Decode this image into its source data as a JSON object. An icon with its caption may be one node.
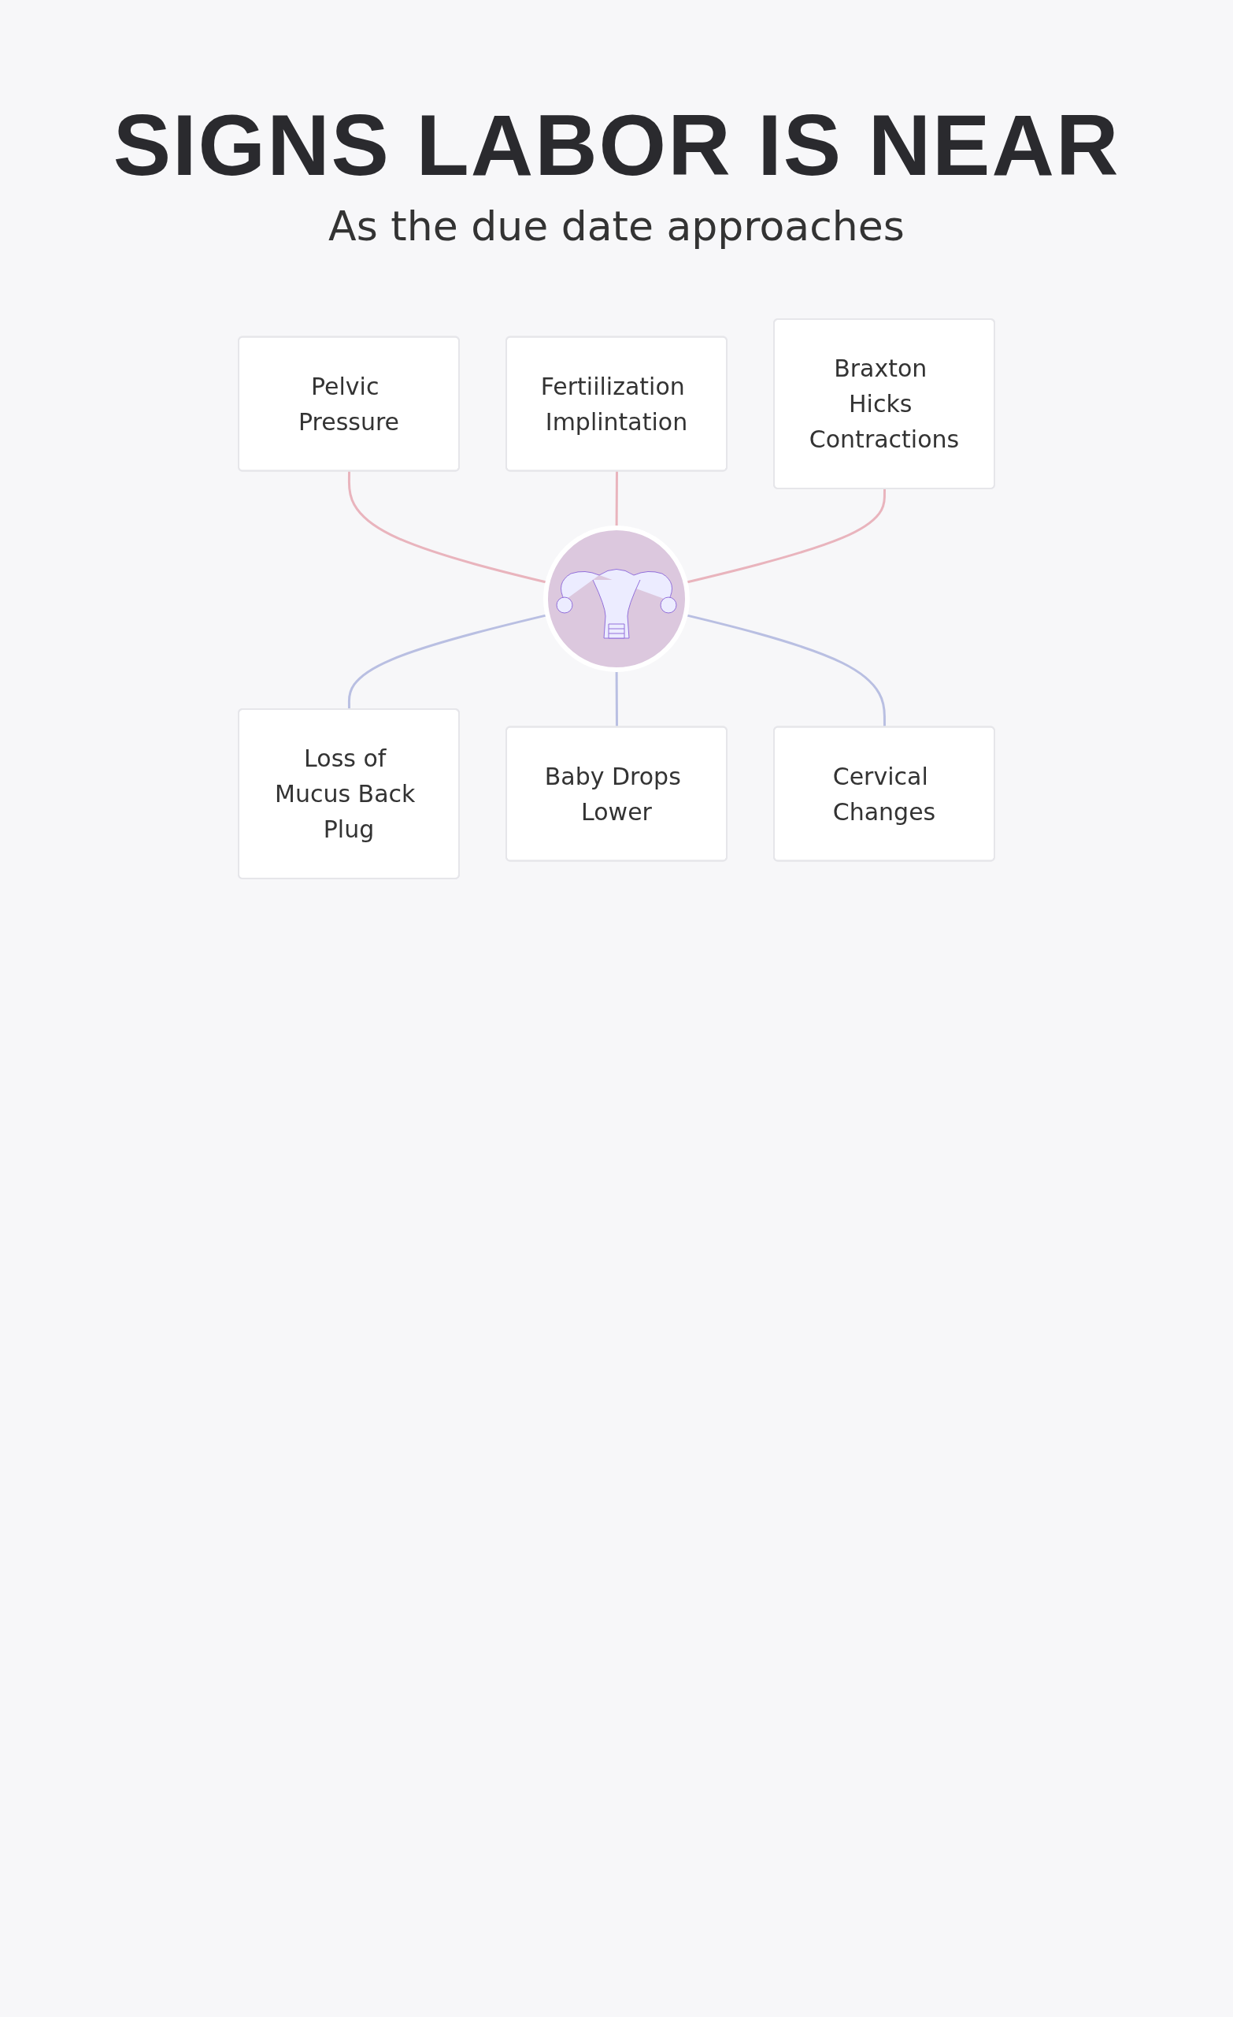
{
  "diagram": {
    "title": "SIGNS LABOR IS NEAR",
    "caption": "As the due date approaches",
    "nodes": [
      {
        "text": [
          "Pelvic Pressure"
        ]
      },
      {
        "text": [
          "Fertiilization Implintation"
        ]
      },
      {
        "text": [
          "Braxton Hicks Contractions"
        ]
      },
      {
        "text": [],
        "shape": "picture"
      },
      {
        "text": [
          "Loss of Mucus Back Plug"
        ]
      },
      {
        "text": [
          "Baby Drops Lower"
        ]
      },
      {
        "text": [
          "Cervical Changes"
        ]
      }
    ],
    "edges": [
      {
        "from": 0,
        "to": 3,
        "arrow": "none"
      },
      {
        "from": 1,
        "to": 3,
        "arrow": "none"
      },
      {
        "from": 2,
        "to": 3,
        "arrow": "none"
      },
      {
        "from": 3,
        "to": 4,
        "arrow": "none",
        "color": "#b9bfe2"
      },
      {
        "from": 3,
        "to": 5,
        "arrow": "none",
        "color": "#b9bfe2"
      },
      {
        "from": 3,
        "to": 6,
        "arrow": "none",
        "color": "#b9bfe2"
      }
    ]
  }
}
